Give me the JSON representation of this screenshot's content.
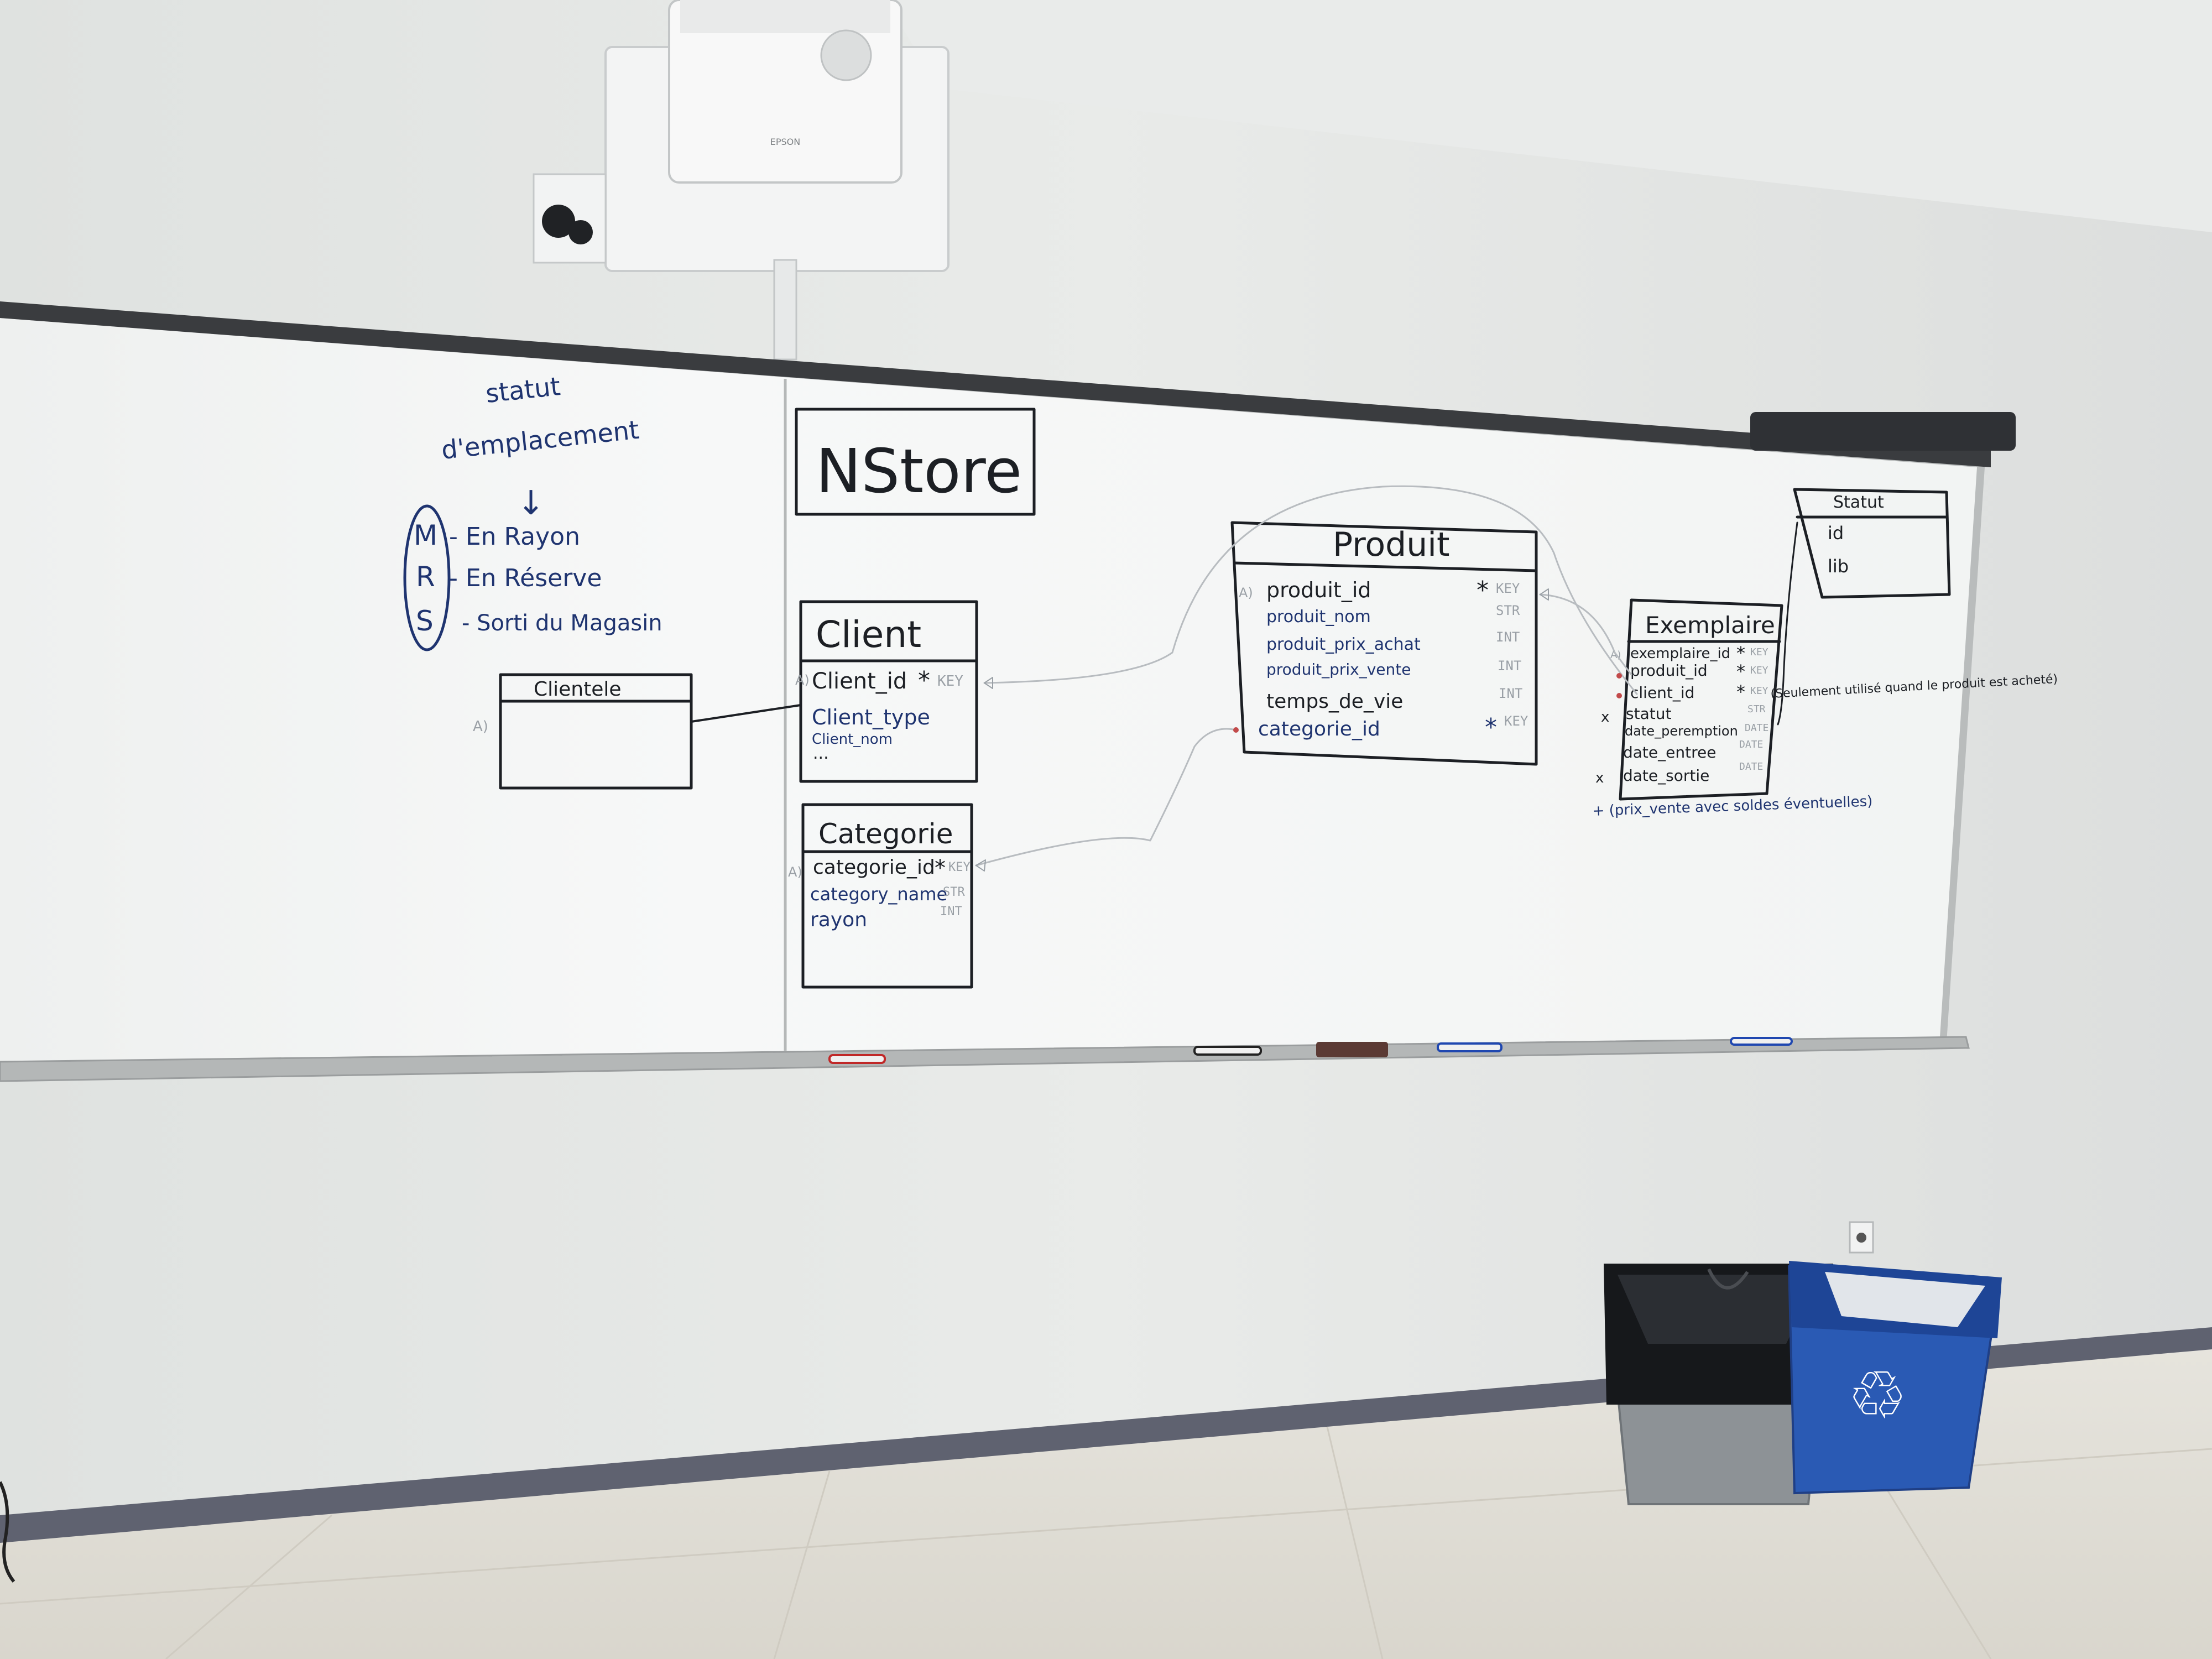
{
  "title": {
    "text": "NStore"
  },
  "notes": {
    "statut": "statut",
    "emplacement": "d'emplacement",
    "arrow": "↓",
    "m": "M",
    "r": "R",
    "s": "S",
    "m_text": "- En Rayon",
    "r_text": "- En Réserve",
    "s_text": "- Sorti du Magasin"
  },
  "tables": {
    "clientele": {
      "name": "Clientele",
      "ai": "A)"
    },
    "client": {
      "name": "Client",
      "ai": "A)",
      "fields": [
        {
          "name": "Client_id",
          "mark": "*",
          "type": "KEY"
        },
        {
          "name": "Client_type",
          "mark": "",
          "type": ""
        },
        {
          "name": "Client_nom",
          "mark": "",
          "type": ""
        },
        {
          "name": "...",
          "mark": "",
          "type": ""
        }
      ]
    },
    "categorie": {
      "name": "Categorie",
      "ai": "A)",
      "fields": [
        {
          "name": "categorie_id",
          "mark": "*",
          "type": "KEY"
        },
        {
          "name": "category_name",
          "mark": "",
          "type": "STR"
        },
        {
          "name": "rayon",
          "mark": "",
          "type": "INT"
        }
      ]
    },
    "produit": {
      "name": "Produit",
      "ai": "A)",
      "fields": [
        {
          "name": "produit_id",
          "mark": "*",
          "type": "KEY"
        },
        {
          "name": "produit_nom",
          "mark": "",
          "type": "STR"
        },
        {
          "name": "produit_prix_achat",
          "mark": "",
          "type": "INT"
        },
        {
          "name": "produit_prix_vente",
          "mark": "",
          "type": "INT"
        },
        {
          "name": "temps_de_vie",
          "mark": "",
          "type": "INT"
        },
        {
          "name": "categorie_id",
          "mark": "*",
          "type": "KEY"
        }
      ]
    },
    "exemplaire": {
      "name": "Exemplaire",
      "ai": "A)",
      "fields": [
        {
          "name": "exemplaire_id",
          "mark": "*",
          "type": "KEY"
        },
        {
          "name": "produit_id",
          "mark": "*",
          "type": "KEY"
        },
        {
          "name": "client_id",
          "mark": "*",
          "type": "KEY"
        },
        {
          "name": "statut",
          "mark": "",
          "type": "STR"
        },
        {
          "name": "date_peremption",
          "mark": "",
          "type": "DATE"
        },
        {
          "name": "date_entree",
          "mark": "",
          "type": "DATE"
        },
        {
          "name": "date_sortie",
          "mark": "",
          "type": "DATE"
        }
      ],
      "x_marks": [
        "x",
        "x"
      ],
      "note": "(Seulement utilisé quand le produit est acheté)",
      "extra": "+ (prix_vente avec soldes éventuelles)"
    },
    "statut": {
      "name": "Statut",
      "fields": [
        "id",
        "lib"
      ]
    }
  },
  "objects": {
    "projector_brand": "EPSON",
    "recycle_symbol": "♲"
  },
  "colors": {
    "wall": "#e4e7e5",
    "board": "#f6f7f6",
    "ink_black": "#1c1f24",
    "ink_blue": "#1f3470",
    "ink_gray": "#9aa0a6",
    "bin_gray": "#8d9296",
    "bin_blue": "#2a5ab4",
    "floor": "#e9e7e0",
    "baseboard": "#5f6270"
  }
}
